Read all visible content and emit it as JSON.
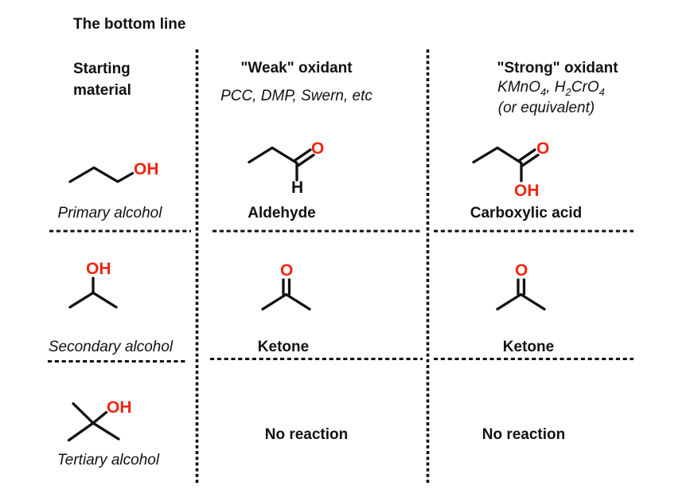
{
  "title": "The bottom line",
  "colors": {
    "heteroatom_red": "#ee2511",
    "ink": "#111111"
  },
  "table": {
    "col_starting": {
      "line1": "Starting",
      "line2": "material"
    },
    "col_weak": {
      "label": "\"Weak\" oxidant",
      "examples": "PCC, DMP, Swern, etc"
    },
    "col_strong": {
      "label": "\"Strong\" oxidant",
      "formula": {
        "t1": "KMnO",
        "s1": "4",
        "t2": ", H",
        "s2": "2",
        "t3": "CrO",
        "s3": "4"
      },
      "note": "(or equivalent)"
    },
    "rows": [
      {
        "starting": "Primary alcohol",
        "weak": "Aldehyde",
        "strong": "Carboxylic acid"
      },
      {
        "starting": "Secondary alcohol",
        "weak": "Ketone",
        "strong": "Ketone"
      },
      {
        "starting": "Tertiary alcohol",
        "weak": "No reaction",
        "strong": "No reaction"
      }
    ]
  },
  "atoms": {
    "primary_alcohol_oh": "OH",
    "aldehyde_o": "O",
    "aldehyde_h": "H",
    "carboxylic_acid_o": "O",
    "carboxylic_acid_oh": "OH",
    "secondary_alcohol_oh": "OH",
    "ketone_weak_o": "O",
    "ketone_strong_o": "O",
    "tertiary_alcohol_oh": "OH"
  }
}
